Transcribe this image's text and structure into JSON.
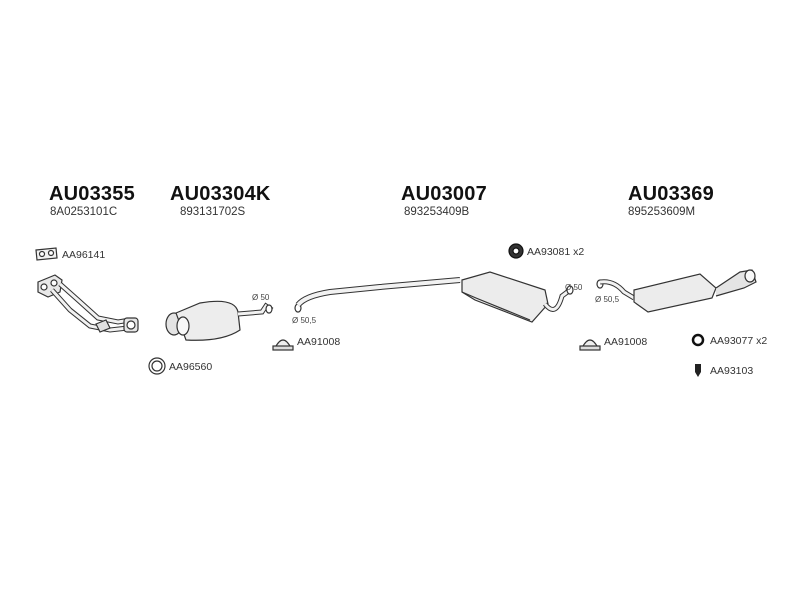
{
  "assemblies": [
    {
      "code": "AU03355",
      "ref": "8A0253101C"
    },
    {
      "code": "AU03304K",
      "ref": "893131702S"
    },
    {
      "code": "AU03007",
      "ref": "893253409B"
    },
    {
      "code": "AU03369",
      "ref": "895253609M"
    }
  ],
  "parts": [
    {
      "label": "AA96141",
      "icon": "gasket-icon"
    },
    {
      "label": "AA96560",
      "icon": "ring-icon"
    },
    {
      "label": "AA91008",
      "icon": "clamp-icon"
    },
    {
      "label": "AA93081",
      "qty": "x2",
      "icon": "rubber-mount-icon"
    },
    {
      "label": "AA91008",
      "icon": "clamp-icon"
    },
    {
      "label": "AA93077",
      "qty": "x2",
      "icon": "rubber-ring-icon"
    },
    {
      "label": "AA93103",
      "icon": "hanger-icon"
    }
  ],
  "dimensions": [
    {
      "text": "Ø 50"
    },
    {
      "text": "Ø 50,5"
    },
    {
      "text": "Ø 50"
    },
    {
      "text": "Ø 50,5"
    }
  ]
}
